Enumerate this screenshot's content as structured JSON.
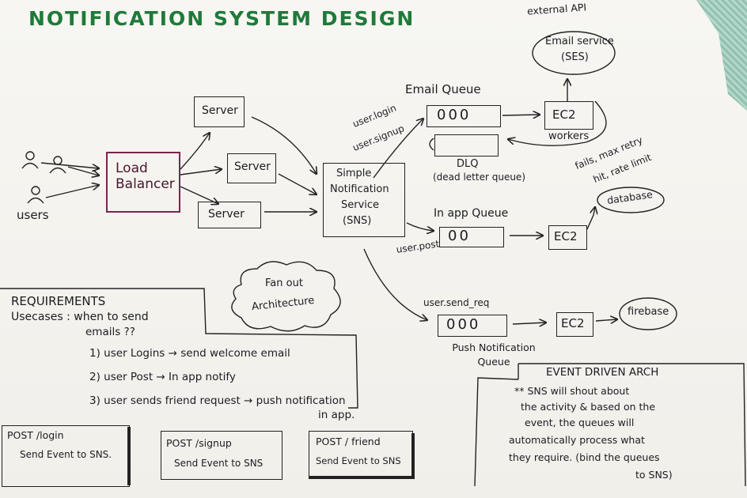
{
  "title": "NOTIFICATION SYSTEM DESIGN",
  "users_label": "users",
  "load_balancer": "Load Balancer",
  "servers": [
    "Server",
    "Server",
    "Server"
  ],
  "sns": [
    "Simple",
    "Notification",
    "Service",
    "(SNS)"
  ],
  "events": {
    "login": "user.login",
    "signup": "user.signup",
    "post": "user.post",
    "send_req": "user.send_req"
  },
  "email_queue": {
    "label": "Email Queue",
    "slots": "000"
  },
  "dlq": {
    "label": "DLQ",
    "sub": "(dead letter queue)"
  },
  "inapp_queue": {
    "label": "In app Queue",
    "slots": "00"
  },
  "push_queue": {
    "label": "Push Notification Queue",
    "slots": "000"
  },
  "ec2_email": "EC2",
  "ec2_inapp": "EC2",
  "ec2_push": "EC2",
  "workers": "workers",
  "external_api": "external API",
  "email_service": [
    "Email service",
    "(SES)"
  ],
  "retry_note": [
    "fails, max retry",
    "hit, rate limit"
  ],
  "database": "database",
  "firebase": "firebase",
  "fanout": [
    "Fan out",
    "Architecture"
  ],
  "requirements": {
    "heading": "REQUIREMENTS",
    "usecases": "Usecases : when to send",
    "usecases2": "emails ??",
    "items": [
      "1) user Logins → send welcome email",
      "2) user Post → In app notify",
      "3) user sends friend request → push notification",
      "in app."
    ]
  },
  "apis": [
    {
      "method": "POST /login",
      "desc": "Send Event to SNS."
    },
    {
      "method": "POST /signup",
      "desc": "Send Event to SNS"
    },
    {
      "method": "POST / friend",
      "desc": "Send Event to SNS"
    }
  ],
  "event_driven": {
    "heading": "EVENT DRIVEN ARCH",
    "lines": [
      "** SNS will shout about",
      "the activity & based on the",
      "event, the queues will",
      "automatically process what",
      "they require. (bind the queues",
      "to SNS)"
    ]
  }
}
